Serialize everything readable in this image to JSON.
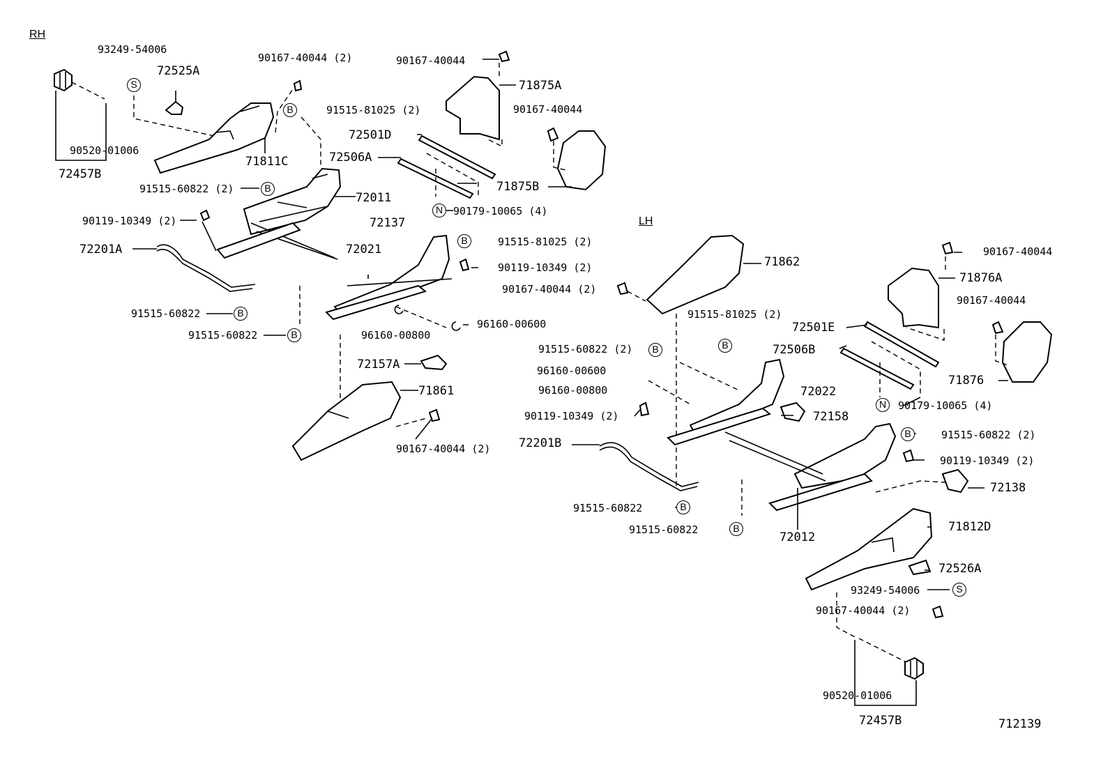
{
  "sections": {
    "rh": "RH",
    "lh": "LH"
  },
  "figure_number": "712139",
  "symbols": {
    "bolt": "B",
    "nut": "N",
    "screw": "S"
  },
  "rh": {
    "p93249_54006": "93249-54006",
    "p72525A": "72525A",
    "p90167_40044_2": "90167-40044 (2)",
    "p91515_81025_2": "91515-81025 (2)",
    "p90520_01006": "90520-01006",
    "p72457B": "72457B",
    "p71811C": "71811C",
    "p90167_40044_top": "90167-40044",
    "p71875A": "71875A",
    "p90167_40044_mid": "90167-40044",
    "p72501D": "72501D",
    "p72506A": "72506A",
    "p71875B": "71875B",
    "p91515_60822_2": "91515-60822 (2)",
    "p72011": "72011",
    "p90179_10065_4": "90179-10065 (4)",
    "p90119_10349_2": "90119-10349 (2)",
    "p72137": "72137",
    "p72201A": "72201A",
    "p72021": "72021",
    "p91515_81025_2b": "91515-81025 (2)",
    "p90119_10349_2b": "90119-10349 (2)",
    "p91515_60822_a": "91515-60822",
    "p96160_00600": "96160-00600",
    "p96160_00800": "96160-00800",
    "p91515_60822_b": "91515-60822",
    "p72157A": "72157A",
    "p71861": "71861",
    "p90167_40044_2b": "90167-40044 (2)"
  },
  "lh": {
    "p71862": "71862",
    "p90167_40044_2": "90167-40044 (2)",
    "p90167_40044_a": "90167-40044",
    "p71876A": "71876A",
    "p90167_40044_b": "90167-40044",
    "p91515_81025_2": "91515-81025 (2)",
    "p72501E": "72501E",
    "p91515_60822_2": "91515-60822 (2)",
    "p72506B": "72506B",
    "p71876": "71876",
    "p96160_00600": "96160-00600",
    "p96160_00800": "96160-00800",
    "p72022": "72022",
    "p90179_10065_4": "90179-10065 (4)",
    "p90119_10349_2": "90119-10349 (2)",
    "p72158": "72158",
    "p91515_60822_2b": "91515-60822 (2)",
    "p72201B": "72201B",
    "p90119_10349_2b": "90119-10349 (2)",
    "p72138": "72138",
    "p91515_60822_a": "91515-60822",
    "p91515_60822_b": "91515-60822",
    "p72012": "72012",
    "p71812D": "71812D",
    "p72526A": "72526A",
    "p93249_54006": "93249-54006",
    "p90167_40044_2b": "90167-40044 (2)",
    "p90520_01006": "90520-01006",
    "p72457B": "72457B"
  }
}
